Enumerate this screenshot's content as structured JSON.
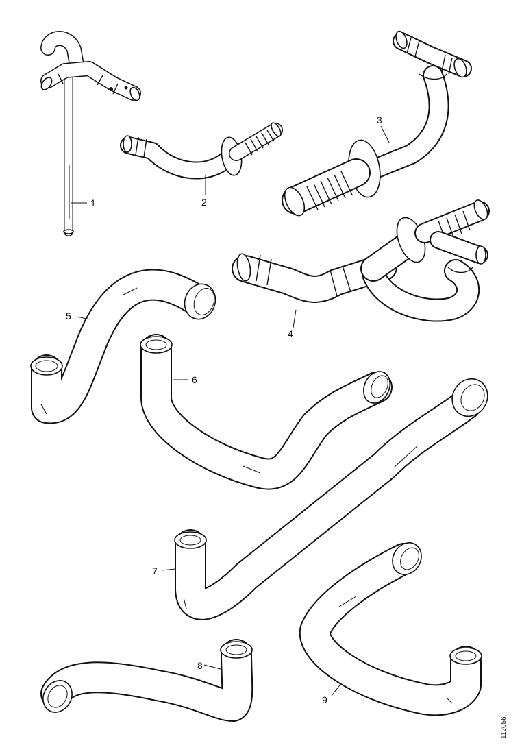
{
  "diagram": {
    "parts": [
      {
        "id": "hose-1",
        "label": "1"
      },
      {
        "id": "hose-2",
        "label": "2"
      },
      {
        "id": "hose-3",
        "label": "3"
      },
      {
        "id": "hose-4",
        "label": "4"
      },
      {
        "id": "hose-5",
        "label": "5"
      },
      {
        "id": "hose-6",
        "label": "6"
      },
      {
        "id": "hose-7",
        "label": "7"
      },
      {
        "id": "hose-8",
        "label": "8"
      },
      {
        "id": "hose-9",
        "label": "9"
      }
    ],
    "document_id": "112056"
  }
}
